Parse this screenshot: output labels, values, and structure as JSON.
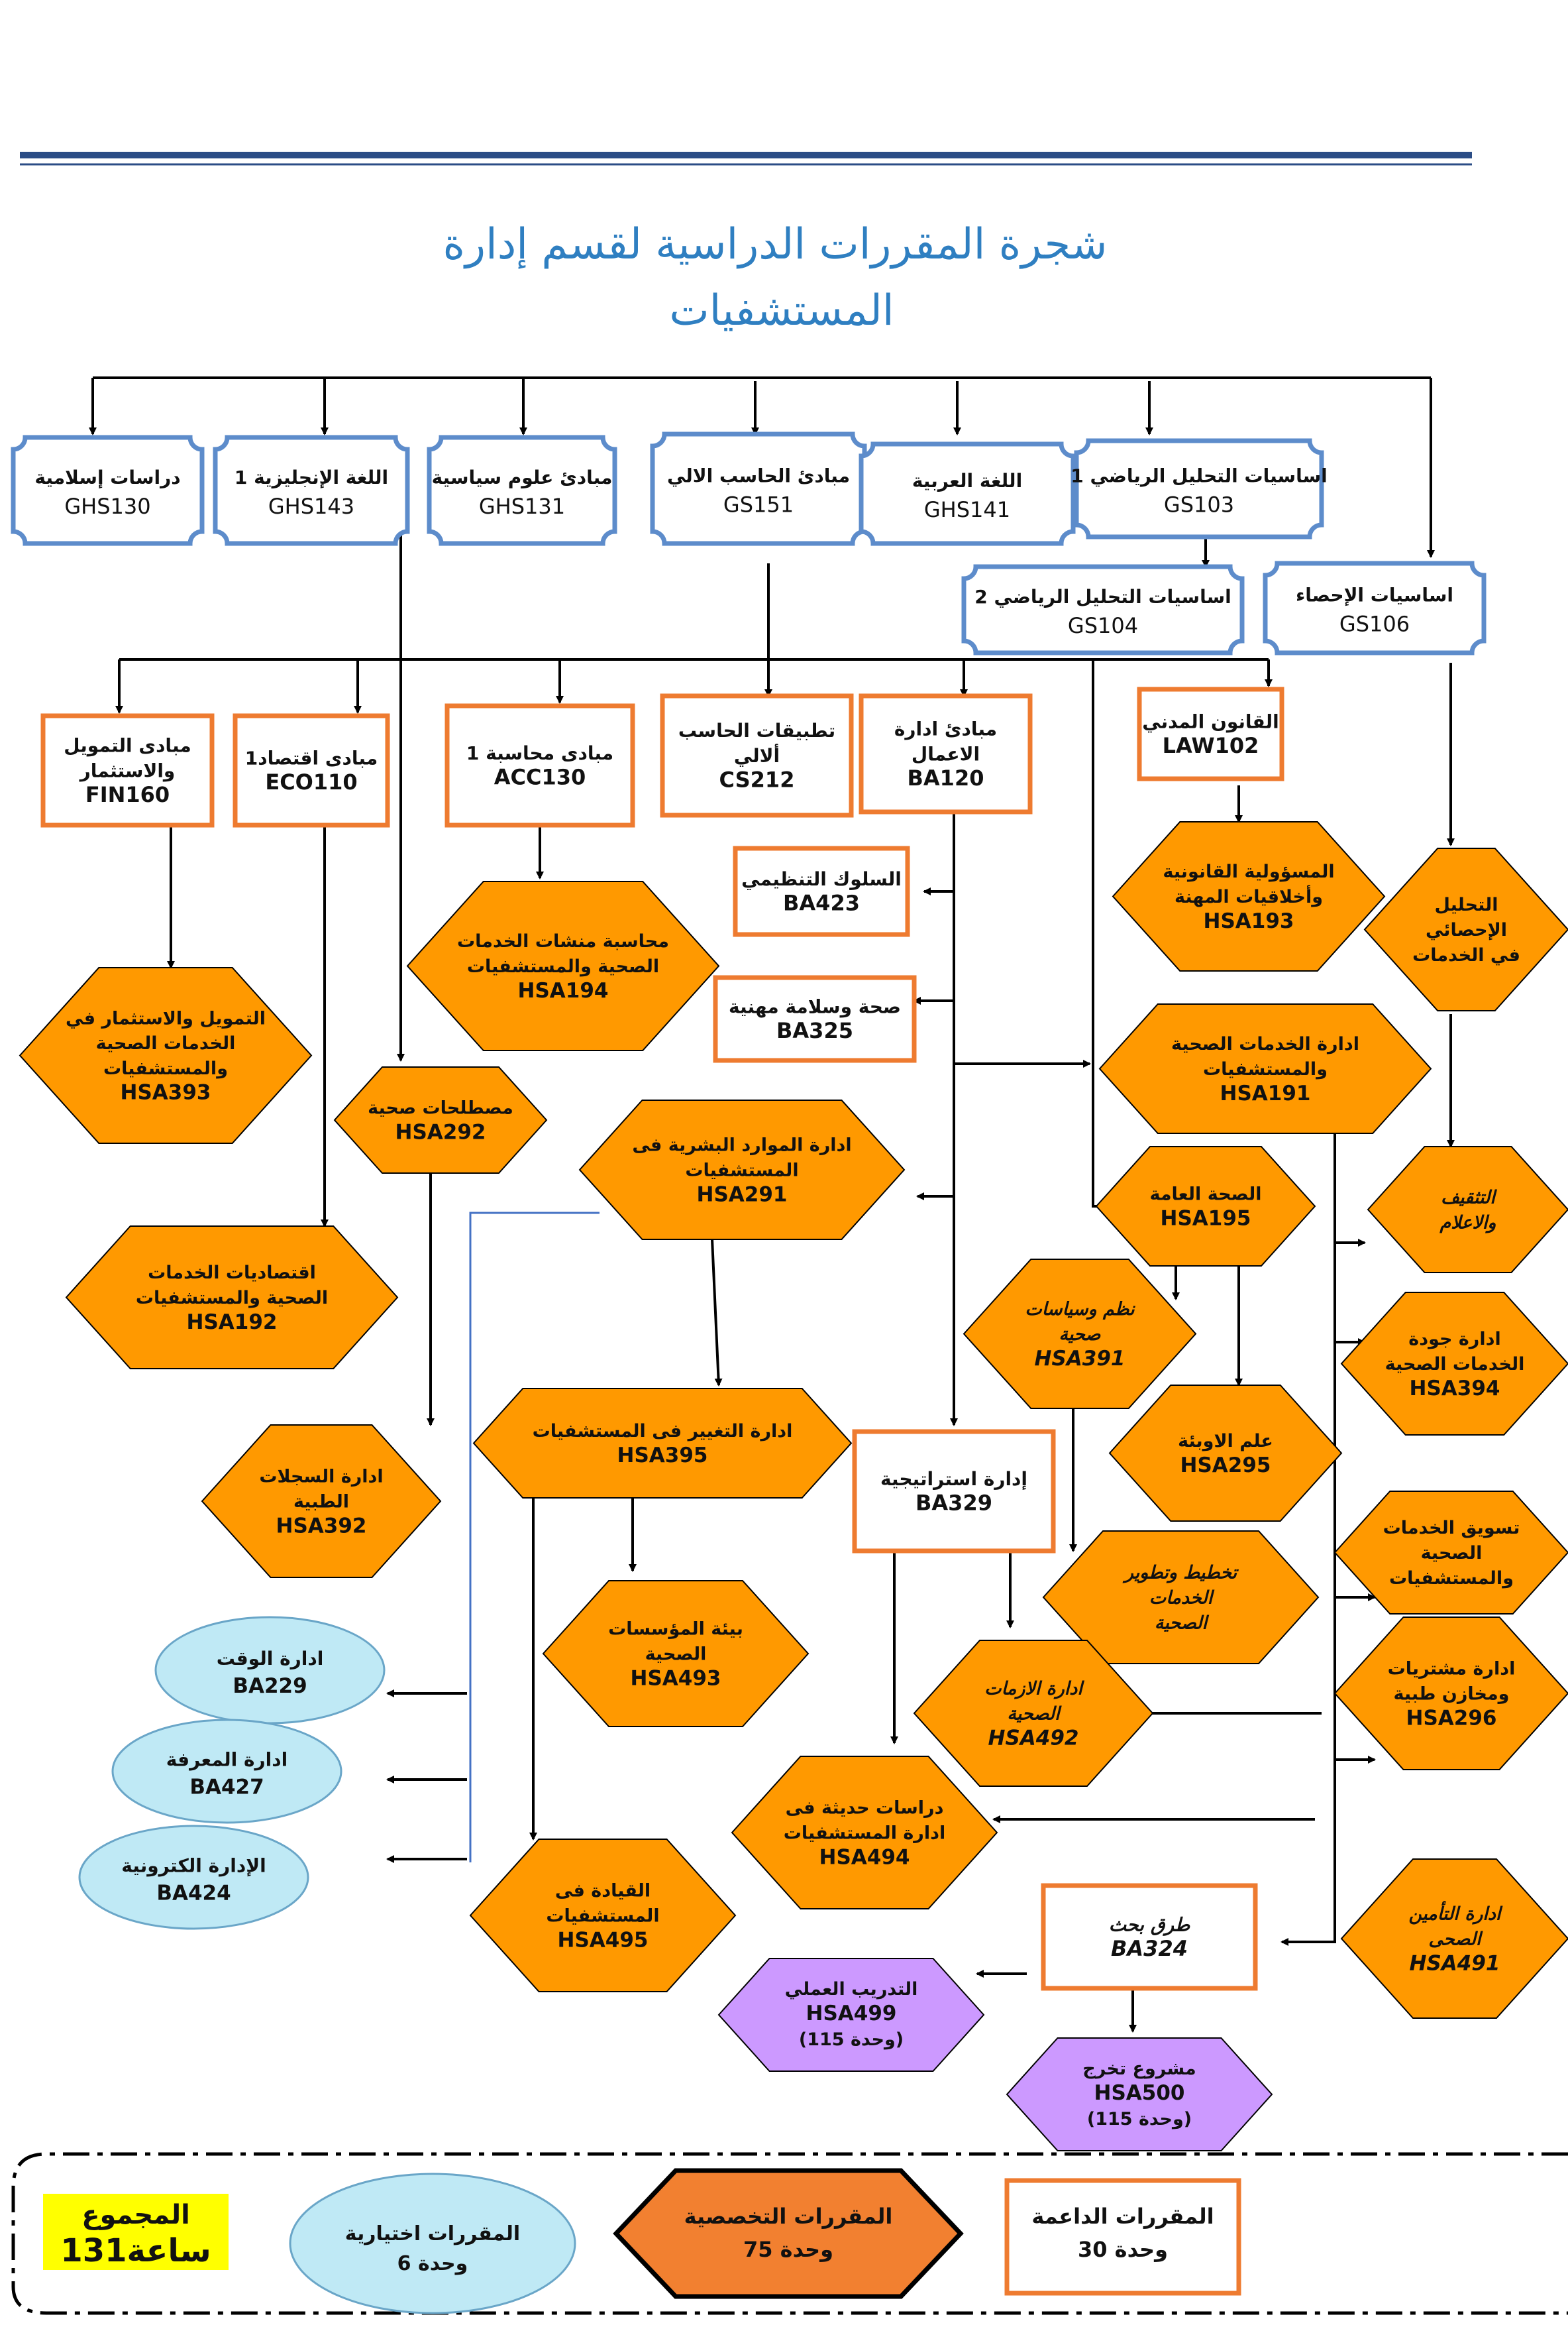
{
  "title": {
    "line1": "شجرة المقررات الدراسية لقسم إدارة",
    "line2": "المستشفيات"
  },
  "colors": {
    "title": "#2f7fc1",
    "header_rule": "#2b4d86",
    "plaque_border": "#5d8ccb",
    "support_border": "#ee7b30",
    "specialized_fill": "#ff9900",
    "elective_fill": "#bfe9f5",
    "project_fill": "#cc99ff",
    "legend_special_fill": "#f28030",
    "total_fill": "#ffff00"
  },
  "general_courses": [
    {
      "id": "ghs130",
      "name": "دراسات إسلامية",
      "code": "GHS130"
    },
    {
      "id": "ghs143",
      "name": "اللغة الإنجليزية 1",
      "code": "GHS143"
    },
    {
      "id": "ghs131",
      "name": "مبادئ علوم سياسية",
      "code": "GHS131"
    },
    {
      "id": "gs151",
      "name": "مبادئ الحاسب الالي",
      "code": "GS151"
    },
    {
      "id": "ghs141",
      "name": "اللغة العربية",
      "code": "GHS141"
    },
    {
      "id": "gs103",
      "name": "اساسيات التحليل الرياضي 1",
      "code": "GS103"
    },
    {
      "id": "gs104",
      "name": "اساسيات التحليل الرياضي 2",
      "code": "GS104"
    },
    {
      "id": "gs106",
      "name": "اساسيات الإحصاء",
      "code": "GS106"
    }
  ],
  "support_courses": [
    {
      "id": "fin160",
      "name": [
        "مبادى التمويل",
        "والاستثمار"
      ],
      "code": "FIN160"
    },
    {
      "id": "eco110",
      "name": [
        "مبادى اقتصاد1"
      ],
      "code": "ECO110"
    },
    {
      "id": "acc130",
      "name": [
        "مبادى محاسبة 1"
      ],
      "code": "ACC130"
    },
    {
      "id": "cs212",
      "name": [
        "تطبيقات الحاسب",
        "ألالي"
      ],
      "code": "CS212"
    },
    {
      "id": "ba120",
      "name": [
        "مبادئ ادارة",
        "الاعمال"
      ],
      "code": "BA120"
    },
    {
      "id": "law102",
      "name": [
        "القانون المدني"
      ],
      "code": "LAW102"
    },
    {
      "id": "ba423",
      "name": [
        "السلوك التنظيمي"
      ],
      "code": "BA423"
    },
    {
      "id": "ba325",
      "name": [
        "صحة وسلامة مهنية"
      ],
      "code": "BA325"
    },
    {
      "id": "ba329",
      "name": [
        "إدارة استراتيجية"
      ],
      "code": "BA329"
    },
    {
      "id": "ba324",
      "name": [
        "طرق بحث"
      ],
      "code": "BA324"
    }
  ],
  "specialized_courses": [
    {
      "id": "hsa393",
      "name": [
        "التمويل والاستثمار في",
        "الخدمات الصحية",
        "والمستشفيات"
      ],
      "code": "HSA393"
    },
    {
      "id": "hsa194",
      "name": [
        "محاسبة منشات الخدمات",
        "الصحية والمستشفيات"
      ],
      "code": "HSA194"
    },
    {
      "id": "hsa193",
      "name": [
        "المسؤولية القانونية",
        "وأخلاقيات المهنة"
      ],
      "code": "HSA193"
    },
    {
      "id": "hsa_stat",
      "name": [
        "التحليل",
        "الإحصائي",
        "في الخدمات"
      ],
      "code": ""
    },
    {
      "id": "hsa191",
      "name": [
        "ادارة  الخدمات الصحية",
        "والمستشفيات"
      ],
      "code": "HSA191"
    },
    {
      "id": "hsa292",
      "name": [
        "مصطلحات صحية"
      ],
      "code": "HSA292"
    },
    {
      "id": "hsa291",
      "name": [
        "ادارة الموارد البشرية فى",
        "المستشفيات"
      ],
      "code": "HSA291"
    },
    {
      "id": "hsa195",
      "name": [
        "الصحة العامة"
      ],
      "code": "HSA195"
    },
    {
      "id": "hsa_edu",
      "name": [
        "التثقيف",
        "والاعلام"
      ],
      "code": ""
    },
    {
      "id": "hsa192",
      "name": [
        "اقتصاديات الخدمات",
        "الصحية والمستشفيات"
      ],
      "code": "HSA192"
    },
    {
      "id": "hsa391",
      "name": [
        "نظم وسياسات",
        "صحية"
      ],
      "code": "HSA391"
    },
    {
      "id": "hsa394",
      "name": [
        "ادارة جودة",
        "الخدمات الصحية"
      ],
      "code": "HSA394"
    },
    {
      "id": "hsa392",
      "name": [
        "ادارة السجلات",
        "الطبية"
      ],
      "code": "HSA392"
    },
    {
      "id": "hsa395",
      "name": [
        "ادارة التغيير فى المستشفيات"
      ],
      "code": "HSA395"
    },
    {
      "id": "hsa295",
      "name": [
        "علم الاوبئة"
      ],
      "code": "HSA295"
    },
    {
      "id": "hsa_mkt",
      "name": [
        "تسويق الخدمات",
        "الصحية",
        "والمستشفيات"
      ],
      "code": ""
    },
    {
      "id": "hsa493",
      "name": [
        "بيئة المؤسسات",
        "الصحية"
      ],
      "code": "HSA493"
    },
    {
      "id": "hsa_plan",
      "name": [
        "تخطيط وتطوير",
        "الخدمات",
        "الصحية"
      ],
      "code": ""
    },
    {
      "id": "hsa492",
      "name": [
        "ادارة الازمات",
        "الصحية"
      ],
      "code": "HSA492"
    },
    {
      "id": "hsa296",
      "name": [
        "ادارة مشتريات",
        "ومخازن طبية"
      ],
      "code": "HSA296"
    },
    {
      "id": "hsa494",
      "name": [
        "دراسات حديثة فى",
        "ادارة المستشفيات"
      ],
      "code": "HSA494"
    },
    {
      "id": "hsa495",
      "name": [
        "القيادة فى",
        "المستشفيات"
      ],
      "code": "HSA495"
    },
    {
      "id": "hsa491",
      "name": [
        "ادارة التأمين",
        "الصحى"
      ],
      "code": "HSA491"
    }
  ],
  "elective_courses": [
    {
      "id": "ba229",
      "name": "ادارة الوقت",
      "code": "BA229"
    },
    {
      "id": "ba427",
      "name": "ادارة المعرفة",
      "code": "BA427"
    },
    {
      "id": "ba424",
      "name": "الإدارة الكترونية",
      "code": "BA424"
    }
  ],
  "final_courses": [
    {
      "id": "hsa499",
      "name": "التدريب العملي",
      "code": "HSA499",
      "credit": "(115 وحدة)"
    },
    {
      "id": "hsa500",
      "name": "مشروع تخرج",
      "code": "HSA500",
      "credit": "(115 وحدة)"
    }
  ],
  "legend": {
    "total_label": "المجموع",
    "total_value": "131ساعة",
    "elective_label": "المقررات اختيارية",
    "elective_units": "6 وحدة",
    "specialized_label": "المقررات التخصصية",
    "specialized_units": "75 وحدة",
    "support_label": "المقررات الداعمة",
    "support_units": "30 وحدة"
  }
}
